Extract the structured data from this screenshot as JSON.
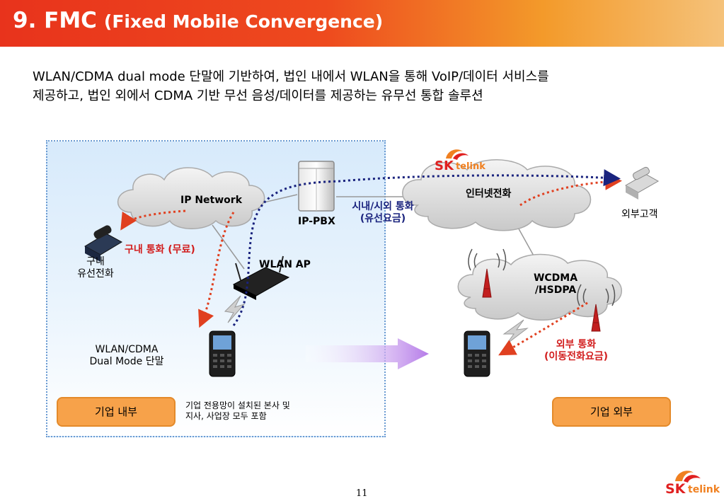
{
  "header": {
    "title_number": "9. FMC",
    "title_sub": "(Fixed Mobile Convergence)"
  },
  "intro": {
    "line1": "WLAN/CDMA dual mode 단말에 기반하여, 법인 내에서 WLAN을 통해 VoIP/데이터 서비스를",
    "line2": "제공하고, 법인 외에서 CDMA 기반 무선 음성/데이터를 제공하는 유무선 통합 솔루션"
  },
  "diagram": {
    "ip_network": "IP Network",
    "ip_pbx": "IP-PBX",
    "internet_phone": "인터넷전화",
    "wcdma_1": "WCDMA",
    "wcdma_2": "/HSDPA",
    "wlan_ap": "WLAN AP",
    "internal_call": "구내 통화 (무료)",
    "internal_phone_1": "구내",
    "internal_phone_2": "유선전화",
    "city_call_1": "시내/시외 통화",
    "city_call_2": "(유선요금)",
    "external_customer": "외부고객",
    "external_call_1": "외부 통화",
    "external_call_2": "(이동전화요금)",
    "terminal_1": "WLAN/CDMA",
    "terminal_2": "Dual Mode 단말",
    "note_1": "기업 전용망이 설치된 본사 및",
    "note_2": "지사, 사업장 모두 포함",
    "inside_label": "기업 내부",
    "outside_label": "기업 외부"
  },
  "logo": {
    "sk": "SK",
    "telink": "telink"
  },
  "footer": {
    "page": "11"
  },
  "colors": {
    "header_start": "#e8331c",
    "header_end": "#f5c27a",
    "red_arrow": "#e04020",
    "blue_arrow": "#1a237e",
    "pill": "#f7a24a"
  },
  "icons": [
    "phone-icon",
    "server-icon",
    "router-icon",
    "cell-tower-icon",
    "mobile-phone-icon",
    "lightning-icon",
    "big-arrow-icon"
  ]
}
